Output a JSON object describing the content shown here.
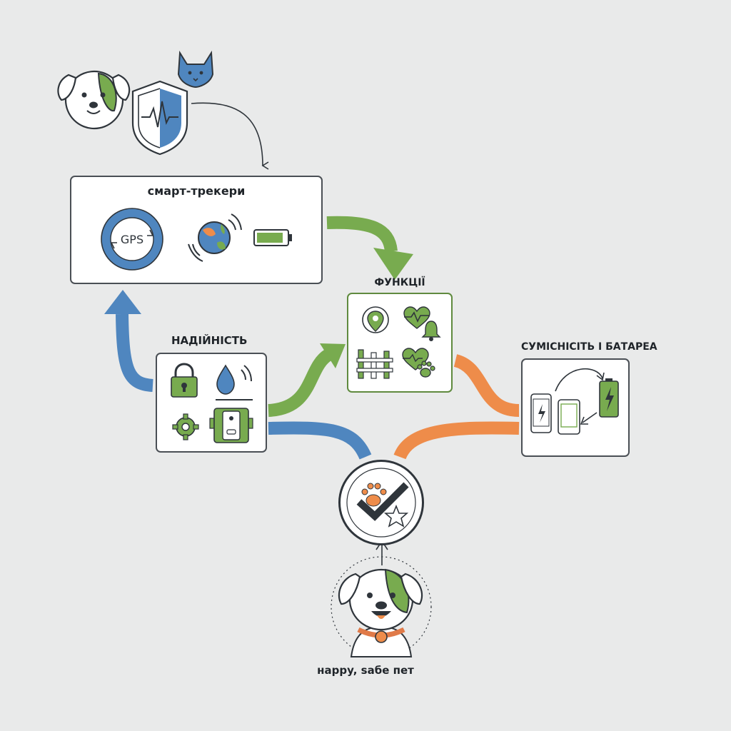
{
  "colors": {
    "blue": "#4f86bf",
    "green": "#78ab4f",
    "orange": "#ee8c4a",
    "outline": "#2f353b",
    "background": "#e9eaea"
  },
  "nodes": {
    "smart_trackers": {
      "title": "смарт-трекери",
      "icons": [
        "gps-icon",
        "globe-signal-icon",
        "battery-icon"
      ],
      "gps_label": "GPS"
    },
    "functions": {
      "title": "ФУНКЦІЇ",
      "icons": [
        "location-pin-icon",
        "heart-rate-icon",
        "bell-icon",
        "fence-icon",
        "paw-heart-icon"
      ]
    },
    "reliability": {
      "title": "НАДІЙНІСТЬ",
      "icons": [
        "padlock-icon",
        "water-drop-icon",
        "gear-icon",
        "phone-device-icon"
      ]
    },
    "compatibility": {
      "title": "СУМІСНІСІТЬ І БАТАРЕА",
      "icons": [
        "phone-icon",
        "tablet-icon",
        "charging-battery-icon"
      ]
    },
    "goal": {
      "icons": [
        "paw-checkmark-star-icon"
      ]
    }
  },
  "top_icons": [
    "dog-face-icon",
    "cat-face-icon",
    "shield-heartbeat-icon"
  ],
  "bottom": {
    "caption": "нappy, ѕaбe пeт",
    "icon": "happy-dog-icon"
  }
}
